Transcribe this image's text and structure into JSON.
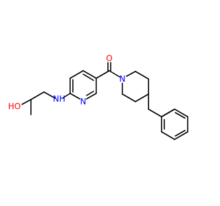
{
  "colors": {
    "background": "#ffffff",
    "bond": "#000000",
    "oxygen": "#ff0000",
    "nitrogen": "#0000ff",
    "carbon": "#000000"
  },
  "atom_labels": {
    "hydroxyl": "HO",
    "amine": "NH",
    "amine_h": "H",
    "pyridine_n": "N",
    "carbonyl_o": "O",
    "piperidine_n": "N"
  }
}
